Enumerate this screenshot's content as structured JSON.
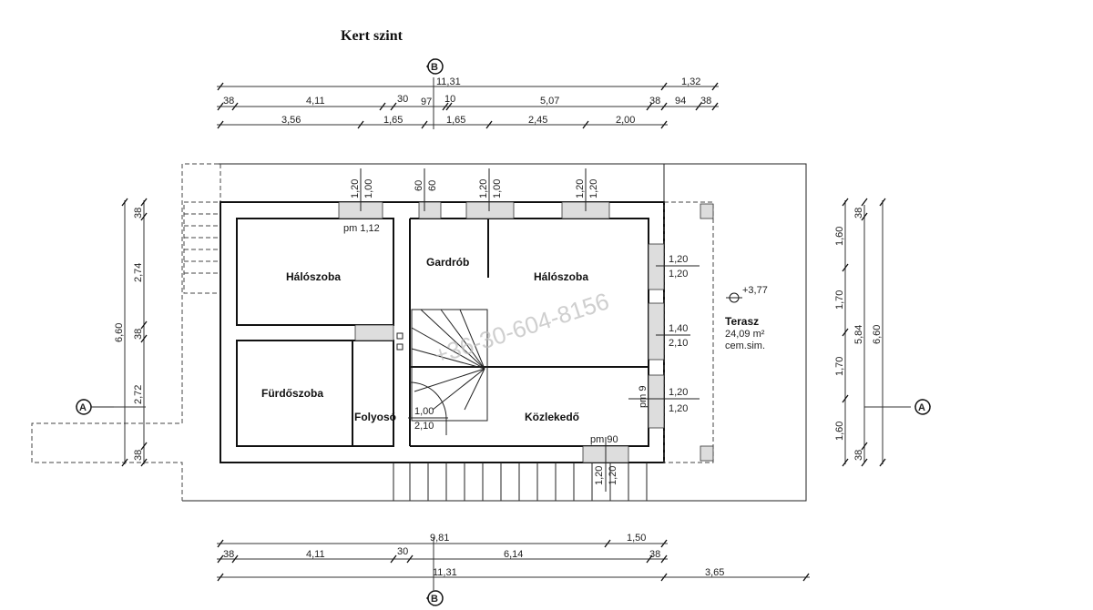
{
  "title": "Kert szint",
  "section_markers": {
    "a": "A",
    "b": "B"
  },
  "watermark": "+36-30-604-8156",
  "rooms": {
    "bedroom_left": "Hálószoba",
    "wardrobe": "Gardrób",
    "bedroom_right": "Hálószoba",
    "bathroom": "Fürdőszoba",
    "corridor": "Folyosó",
    "hallway": "Közlekedő"
  },
  "terrace": {
    "name": "Terasz",
    "area": "24,09 m²",
    "finish": "cem.sim.",
    "level": "+3,77"
  },
  "parapets": {
    "pm1": "pm 1,12",
    "pm2": "pm 9",
    "pm3": "pm 90"
  },
  "top_windows": [
    [
      "1,20",
      "1,00"
    ],
    [
      "60",
      "60"
    ],
    [
      "1,20",
      "1,00"
    ],
    [
      "1,20",
      "1,20"
    ]
  ],
  "right_openings": [
    [
      "1,20",
      "1,20"
    ],
    [
      "1,40",
      "2,10"
    ],
    [
      "1,20",
      "1,20"
    ]
  ],
  "door": [
    "1,00",
    "2,10"
  ],
  "bottom_opening": [
    "1,20",
    "1,20"
  ],
  "top_dims": {
    "row1": [
      "11,31",
      "1,32"
    ],
    "row2": [
      "38",
      "4,11",
      "30",
      "97",
      "10",
      "5,07",
      "38",
      "94",
      "38"
    ],
    "row3": [
      "3,56",
      "1,65",
      "1,65",
      "2,45",
      "2,00"
    ]
  },
  "bottom_dims": {
    "row1": [
      "9,81",
      "1,50"
    ],
    "row2": [
      "38",
      "4,11",
      "30",
      "6,14",
      "38"
    ],
    "row3": [
      "11,31",
      "3,65"
    ]
  },
  "left_dims": {
    "total": "6,60",
    "parts": [
      "38",
      "2,74",
      "38",
      "2,72",
      "38"
    ]
  },
  "right_dims": {
    "col1": [
      "1,60",
      "1,70",
      "1,70",
      "1,60"
    ],
    "col2": [
      "38",
      "5,84",
      "38"
    ],
    "total": "6,60"
  }
}
